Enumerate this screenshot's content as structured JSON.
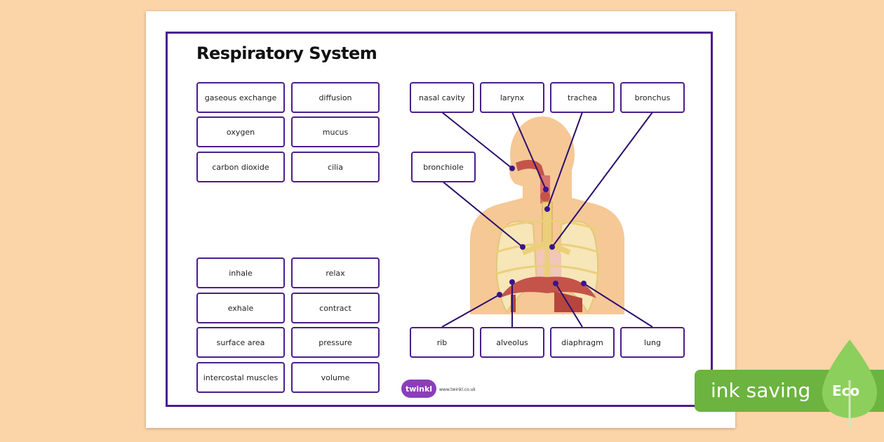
{
  "title": "Respiratory System",
  "words_top": [
    "gaseous exchange",
    "diffusion",
    "oxygen",
    "mucus",
    "carbon dioxide",
    "cilia"
  ],
  "words_bottom": [
    "inhale",
    "relax",
    "exhale",
    "contract",
    "surface area",
    "pressure",
    "intercostal muscles",
    "volume"
  ],
  "labels_top": [
    "nasal cavity",
    "larynx",
    "trachea",
    "bronchus"
  ],
  "label_bronchiole": "bronchiole",
  "labels_bottom": [
    "rib",
    "alveolus",
    "diaphragm",
    "lung"
  ],
  "branding": {
    "logo": "twinkl",
    "url": "www.twinkl.co.uk"
  },
  "badge": {
    "text": "ink saving",
    "leaf": "Eco"
  },
  "colors": {
    "border": "#4b1d8c",
    "background": "#fbd4a8",
    "eco_green": "#6cb33f",
    "skin": "#f5c896",
    "organ": "#c4544a"
  }
}
